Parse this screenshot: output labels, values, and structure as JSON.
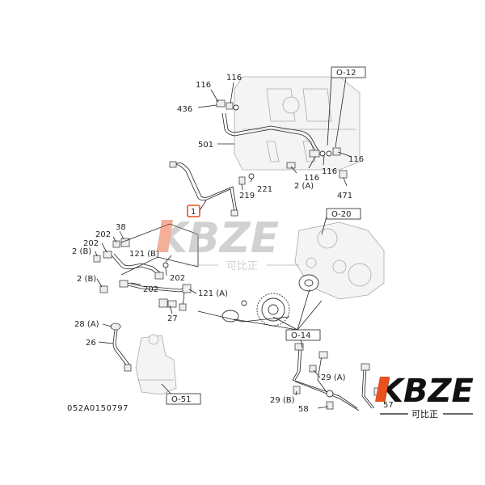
{
  "labels": {
    "l116a": "116",
    "l116b": "116",
    "l436": "436",
    "l501": "501",
    "l116c": "116",
    "l116d": "116",
    "l116e": "116",
    "l2a_top": "2 (A)",
    "l221": "221",
    "l219": "219",
    "l471": "471",
    "l1": "1",
    "l38": "38",
    "l202a": "202",
    "l202b": "202",
    "l2b_a": "2 (B)",
    "l121b": "121 (B)",
    "l202c": "202",
    "l2b_b": "2 (B)",
    "l202d": "202",
    "l121a": "121 (A)",
    "l27": "27",
    "l28a": "28 (A)",
    "l26": "26",
    "l29a": "29 (A)",
    "l29b": "29 (B)",
    "l58": "58",
    "l57": "57"
  },
  "refs": {
    "o12": "O-12",
    "o20": "O-20",
    "o14": "O-14",
    "o51": "O-51"
  },
  "diagram_code": "052A0150797",
  "watermark": {
    "center_text": "KBZE",
    "center_sub": "可比正",
    "corner_text": "KBZE",
    "corner_sub": "可比正",
    "accent_color": "#e8501e",
    "gray_color": "#9a9a9a"
  }
}
